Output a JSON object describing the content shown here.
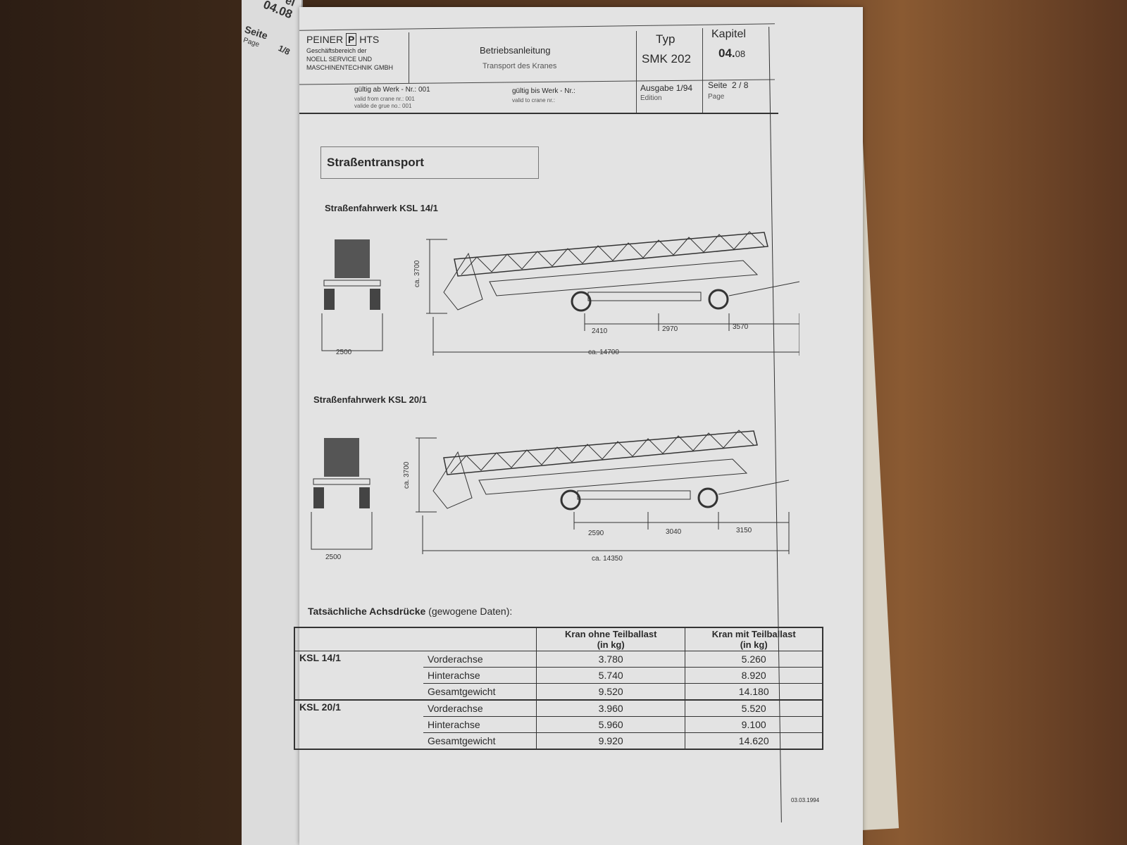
{
  "left_page": {
    "kapitel_partial": "el",
    "chapter": "04.08",
    "seite": "Seite",
    "page": "Page",
    "page_no": "1/8"
  },
  "header": {
    "company": "PEINER",
    "logo_letter": "P",
    "company_suffix": "HTS",
    "company_lines": [
      "Geschäftsbereich der",
      "NOELL SERVICE UND",
      "MASCHINENTECHNIK GMBH"
    ],
    "title": "Betriebsanleitung",
    "subtitle": "Transport des Kranes",
    "typ_label": "Typ",
    "typ_value": "SMK 202",
    "kapitel_label": "Kapitel",
    "kapitel_main": "04.",
    "kapitel_sub": "08",
    "valid_from": "gültig ab Werk - Nr.: 001",
    "valid_from_en": "valid from crane nr.: 001",
    "valid_from_fr": "valide de grue no.: 001",
    "valid_to": "gültig bis Werk - Nr.:",
    "valid_to_en": "valid to crane nr.:",
    "ausgabe": "Ausgabe 1/94",
    "edition": "Edition",
    "seite": "Seite  2 / 8",
    "page": "Page"
  },
  "section_title": "Straßentransport",
  "drawings": [
    {
      "title": "Straßenfahrwerk KSL 14/1",
      "width": "2500",
      "height": "ca. 3700",
      "dims": [
        "2410",
        "2970",
        "3570"
      ],
      "total": "ca. 14700"
    },
    {
      "title": "Straßenfahrwerk KSL 20/1",
      "width": "2500",
      "height": "ca. 3700",
      "dims": [
        "2590",
        "3040",
        "3150"
      ],
      "total": "ca. 14350"
    }
  ],
  "table": {
    "caption_bold": "Tatsächliche Achsdrücke",
    "caption_rest": " (gewogene Daten):",
    "headers": [
      "Kran ohne Teilballast",
      "(in kg)",
      "Kran mit Teilballast",
      "(in kg)"
    ],
    "groups": [
      {
        "name": "KSL 14/1",
        "rows": [
          [
            "Vorderachse",
            "3.780",
            "5.260"
          ],
          [
            "Hinterachse",
            "5.740",
            "8.920"
          ],
          [
            "Gesamtgewicht",
            "9.520",
            "14.180"
          ]
        ]
      },
      {
        "name": "KSL 20/1",
        "rows": [
          [
            "Vorderachse",
            "3.960",
            "5.520"
          ],
          [
            "Hinterachse",
            "5.960",
            "9.100"
          ],
          [
            "Gesamtgewicht",
            "9.920",
            "14.620"
          ]
        ]
      }
    ]
  },
  "footer_date": "03.03.1994"
}
